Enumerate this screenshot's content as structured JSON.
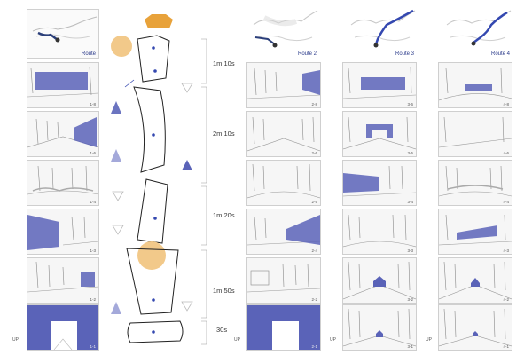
{
  "routes": {
    "route1": "Route",
    "route2": "Route 2",
    "route3": "Route 3",
    "route4": "Route 4"
  },
  "timeline": {
    "t1": "1m 10s",
    "t2": "2m 10s",
    "t3": "1m 20s",
    "t4": "1m 50s",
    "t5": "30s"
  },
  "up_label": "UP",
  "frames": {
    "col1": [
      "1-8",
      "1-6",
      "1-4",
      "1-3",
      "1-2",
      "1-1"
    ],
    "col2": [
      "2-8",
      "2-6",
      "2-5",
      "2-4",
      "2-2",
      "2-1"
    ],
    "col3": [
      "3-6",
      "3-5",
      "3-4",
      "3-3",
      "3-2",
      "3-1"
    ],
    "col4": [
      "4-8",
      "4-6",
      "4-4",
      "4-3",
      "4-2",
      "4-1"
    ]
  },
  "colors": {
    "accent": "#5a63b8",
    "orange": "#e8a23a",
    "light_orange": "#f2c98a",
    "sketch": "#8a8a8a"
  }
}
